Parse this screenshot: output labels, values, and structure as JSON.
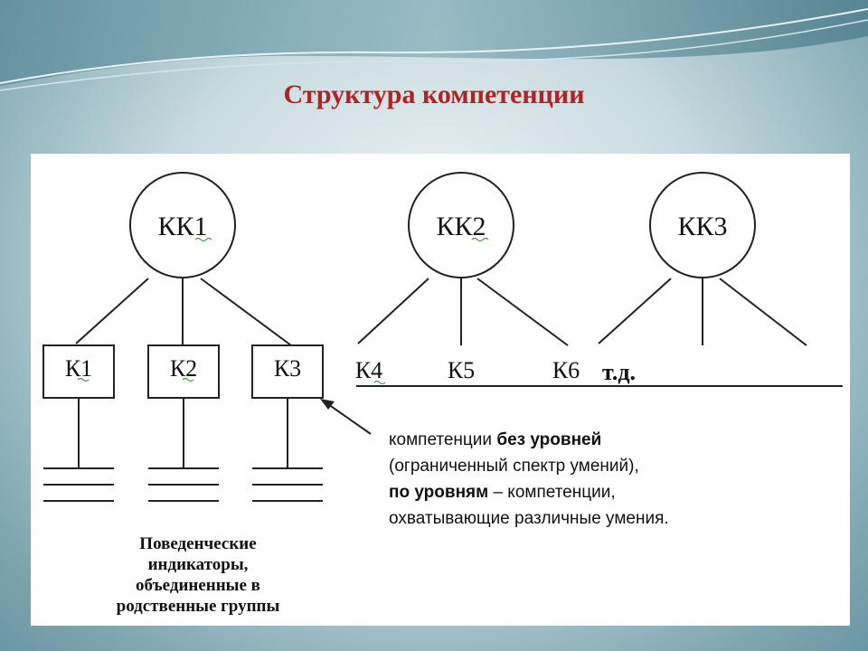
{
  "slide": {
    "title": "Структура компетенции"
  },
  "diagram": {
    "key_competencies": [
      {
        "label": "КК1"
      },
      {
        "label": "КК2"
      },
      {
        "label": "КК3"
      }
    ],
    "competencies": [
      {
        "label": "К1"
      },
      {
        "label": "К2"
      },
      {
        "label": "К3"
      },
      {
        "label": "К4"
      },
      {
        "label": "К5"
      },
      {
        "label": "К6"
      }
    ],
    "etc_label": "т.д.",
    "description": {
      "line1_normal": "компетенции ",
      "line1_bold": "без уровней",
      "line2": "(ограниченный спектр умений),",
      "line3_bold": "по уровням",
      "line3_normal": " – компетенции,",
      "line4": "охватывающие различные умения."
    },
    "indicators_caption": {
      "line1": "Поведенческие",
      "line2": "индикаторы,",
      "line3": "объединенные в",
      "line4": "родственные группы"
    }
  }
}
